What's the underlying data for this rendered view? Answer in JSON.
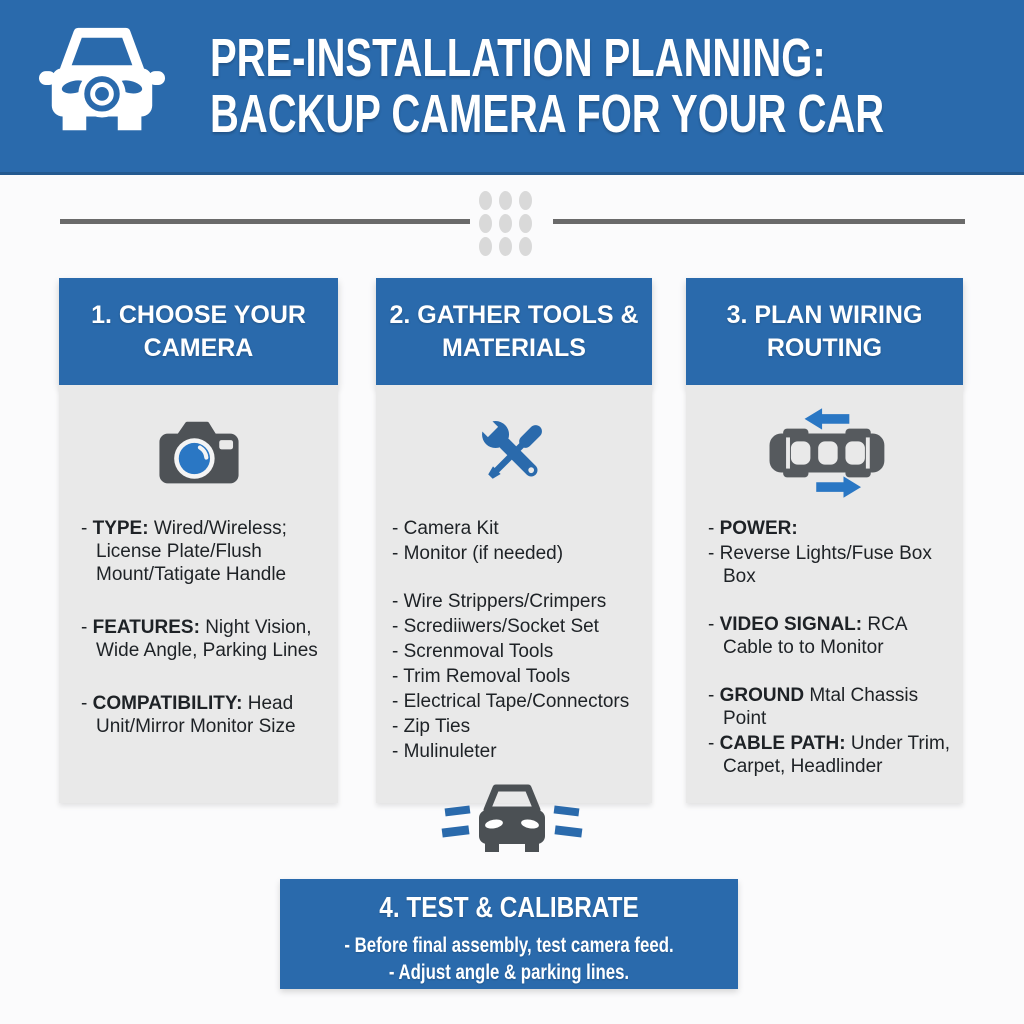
{
  "ui": {
    "bullet": "- "
  },
  "colors": {
    "accent_blue": "#2a6aac",
    "panel_gray": "#e9e9e9",
    "divider_line": "#6a6a6a",
    "divider_dot": "#d9d9d9",
    "icon_gray": "#4e5256",
    "lens_blue": "#2a77c4",
    "text_dark": "#1e2226"
  },
  "header": {
    "title_line1": "PRE-INSTALLATION PLANNING:",
    "title_line2": "BACKUP CAMERA FOR YOUR CAR"
  },
  "columns": [
    {
      "title": "1. CHOOSE YOUR CAMERA",
      "icon": "camera-icon",
      "groups": [
        {
          "items": [
            {
              "label": "TYPE:",
              "text": " Wired/Wireless; License Plate/Flush Mount/Tatigate Handle"
            }
          ]
        },
        {
          "items": [
            {
              "label": "FEATURES:",
              "text": " Night Vision, Wide Angle, Parking Lines"
            }
          ]
        },
        {
          "items": [
            {
              "label": "COMPATIBILITY:",
              "text": " Head Unit/Mirror Monitor Size"
            }
          ]
        }
      ]
    },
    {
      "title": "2. GATHER TOOLS & MATERIALS",
      "icon": "tools-icon",
      "groups": [
        {
          "items": [
            {
              "label": "",
              "text": "Camera Kit"
            },
            {
              "label": "",
              "text": "Monitor (if needed)"
            }
          ]
        },
        {
          "items": [
            {
              "label": "",
              "text": "Wire Strippers/Crimpers"
            },
            {
              "label": "",
              "text": "Scrediiwers/Socket Set"
            },
            {
              "label": "",
              "text": "Screnmoval Tools"
            },
            {
              "label": "",
              "text": "Trim Removal Tools"
            },
            {
              "label": "",
              "text": "Electrical Tape/Connectors"
            },
            {
              "label": "",
              "text": "Zip Ties"
            },
            {
              "label": "",
              "text": "Mulinuleter"
            }
          ]
        }
      ]
    },
    {
      "title": "3. PLAN WIRING ROUTING",
      "icon": "car-routing-icon",
      "groups": [
        {
          "items": [
            {
              "label": "POWER:",
              "text": ""
            },
            {
              "label": "",
              "text": "Reverse Lights/Fuse Box Box"
            }
          ]
        },
        {
          "items": [
            {
              "label": "VIDEO SIGNAL:",
              "text": " RCA Cable to to Monitor"
            }
          ]
        },
        {
          "items": [
            {
              "label": "GROUND",
              "text": " Mtal Chassis Point"
            },
            {
              "label": "CABLE PATH:",
              "text": " Under Trim, Carpet, Headlinder"
            }
          ]
        }
      ]
    }
  ],
  "footer": {
    "title": "4. TEST & CALIBRATE",
    "line1": "- Before final assembly, test camera feed.",
    "line2": "- Adjust angle & parking lines."
  }
}
